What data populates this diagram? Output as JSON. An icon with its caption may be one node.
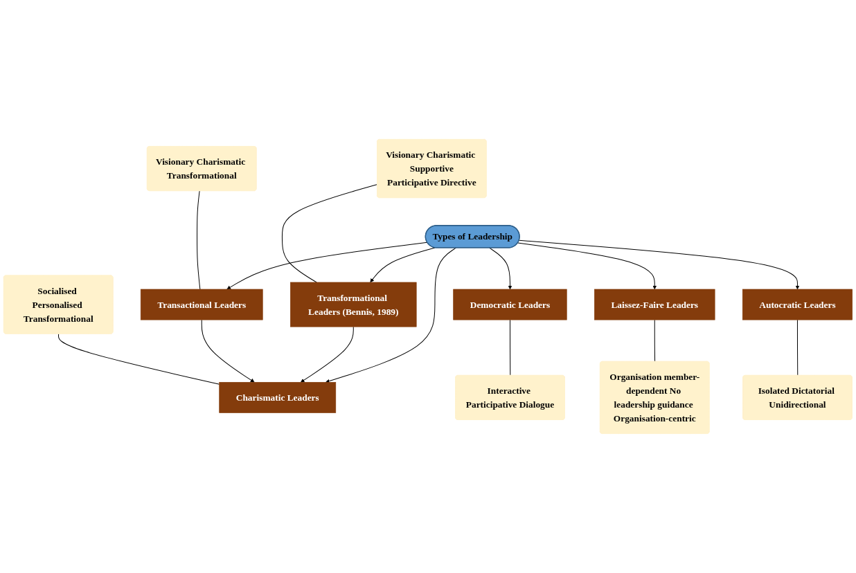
{
  "diagram": {
    "nodes": [
      {
        "text": [
          "Visionary Charismatic Transformational"
        ]
      },
      {
        "text": [
          "Socialised Personalised Transformational"
        ]
      },
      {
        "text": [
          "Visionary Charismatic Supportive",
          "Participative Directive"
        ]
      },
      {
        "text": [
          "Transactional Leaders"
        ]
      },
      {
        "text": [
          "Charismatic Leaders"
        ]
      },
      {
        "text": [
          "Transformational Leaders (Bennis, 1989)"
        ]
      },
      {
        "text": [
          "Types of Leadership"
        ]
      },
      {
        "text": [
          "Democratic Leaders"
        ]
      },
      {
        "text": [
          "Laissez-Faire Leaders"
        ]
      },
      {
        "text": [
          "Autocratic Leaders"
        ]
      },
      {
        "text": [
          "Interactive Participative Dialogue"
        ]
      },
      {
        "text": [
          "Organisation member-dependent No leadership guidance Organisation-centric"
        ]
      },
      {
        "text": [
          "Isolated Dictatorial Unidirectional"
        ]
      }
    ],
    "edges": [
      {
        "from": 0,
        "to": 3,
        "arrow": "none"
      },
      {
        "from": 1,
        "to": 4,
        "arrow": "none"
      },
      {
        "from": 2,
        "to": 5,
        "arrow": "none"
      },
      {
        "from": 3,
        "to": 4,
        "arrow": "to"
      },
      {
        "from": 5,
        "to": 4,
        "arrow": "to"
      },
      {
        "from": 6,
        "to": 3,
        "arrow": "to"
      },
      {
        "from": 6,
        "to": 4,
        "arrow": "to"
      },
      {
        "from": 6,
        "to": 5,
        "arrow": "to"
      },
      {
        "from": 6,
        "to": 7,
        "arrow": "to"
      },
      {
        "from": 6,
        "to": 8,
        "arrow": "to"
      },
      {
        "from": 6,
        "to": 9,
        "arrow": "to"
      },
      {
        "from": 7,
        "to": 10,
        "arrow": "none"
      },
      {
        "from": 8,
        "to": 11,
        "arrow": "none"
      },
      {
        "from": 9,
        "to": 12,
        "arrow": "none"
      }
    ]
  }
}
